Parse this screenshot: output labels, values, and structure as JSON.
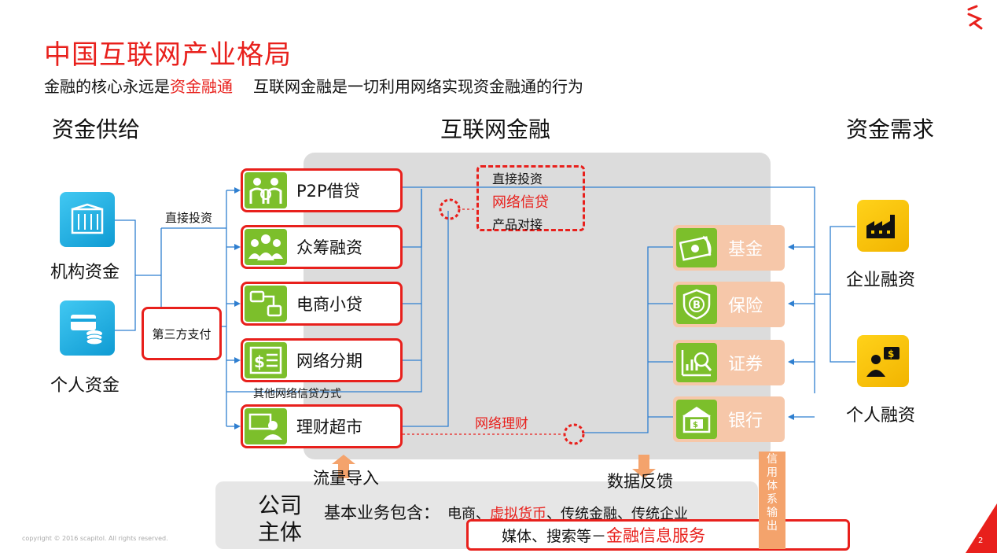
{
  "title": "中国互联网产业格局",
  "subtitle": {
    "part1": "金融的核心永远是",
    "highlight": "资金融通",
    "part2": "互联网金融是一切利用网络实现资金融通的行为"
  },
  "sections": {
    "supply": "资金供给",
    "internet": "互联网金融",
    "demand": "资金需求"
  },
  "supply_sources": [
    {
      "label": "机构资金",
      "icon": "building-icon"
    },
    {
      "label": "个人资金",
      "icon": "card-coins-icon"
    }
  ],
  "labels": {
    "direct_investment": "直接投资",
    "third_party_payment": "第三方支付",
    "other_credit": "其他网络信贷方式",
    "online_wealth": "网络理财",
    "traffic_in": "流量导入",
    "data_feedback": "数据反馈"
  },
  "products": [
    {
      "label": "P2P借贷",
      "icon": "people-icon"
    },
    {
      "label": "众筹融资",
      "icon": "group-icon"
    },
    {
      "label": "电商小贷",
      "icon": "flow-icon"
    },
    {
      "label": "网络分期",
      "icon": "bill-icon"
    },
    {
      "label": "理财超市",
      "icon": "screen-person-icon"
    }
  ],
  "middle_box": {
    "items": [
      "直接投资",
      "网络信贷",
      "产品对接"
    ]
  },
  "institutions": [
    {
      "label": "基金",
      "icon": "money-icon"
    },
    {
      "label": "保险",
      "icon": "shield-icon"
    },
    {
      "label": "证券",
      "icon": "chart-search-icon"
    },
    {
      "label": "银行",
      "icon": "bank-icon"
    }
  ],
  "demand_items": [
    {
      "label": "企业融资",
      "icon": "factory-icon"
    },
    {
      "label": "个人融资",
      "icon": "person-money-icon"
    }
  ],
  "credit_output": [
    "信",
    "用",
    "体",
    "系",
    "输",
    "出"
  ],
  "company": {
    "title_line1": "公司",
    "title_line2": "主体",
    "biz_prefix": "基本业务包含：",
    "biz_item1": "电商、",
    "biz_item2": "虚拟货币",
    "biz_item3": "、传统金融、传统企业",
    "fin_prefix": "媒体、搜索等－",
    "fin_highlight": "金融信息服务"
  },
  "footer": {
    "copyright": "copyright  ©  2016  scapitol.  All  rights  reserved.",
    "page": "2"
  },
  "colors": {
    "accent": "#e8201c",
    "line": "#2f7fd0",
    "green": "#7cbf2b",
    "peach": "#f6c7a9",
    "blue_icon": "#19a6dd",
    "yellow_icon": "#f7c600"
  }
}
